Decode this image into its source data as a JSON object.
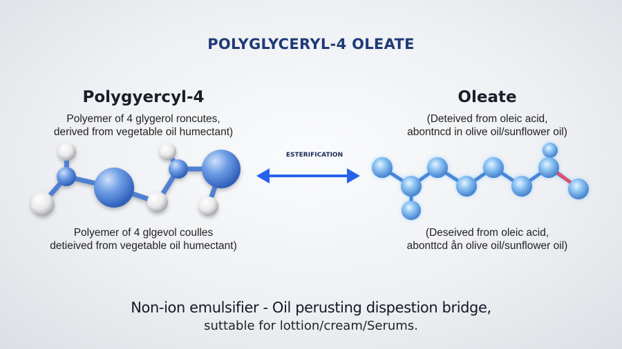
{
  "title": "POLYGLYCERYL-4 OLEATE",
  "left": {
    "heading": "Polygyercyl-4",
    "desc_top": [
      "Polyemer of 4 glygerol roncutes,",
      "derived from vegetable oil humectant)"
    ],
    "desc_bottom": [
      "Polyemer  of 4 glgevol coulles",
      "detieived from vegetable oil humectant)"
    ]
  },
  "right": {
    "heading": "Oleate",
    "desc_top": [
      "(Deteived from oleic acid,",
      "abontncd  in olive oil/sunflower oil)"
    ],
    "desc_bottom": [
      "(Deseived from oleic acid,",
      "abonttcd ån olive oil/sunflower oil)"
    ]
  },
  "reaction": {
    "label": "ESTERIFICATION"
  },
  "footer": {
    "line1": "Non-ion emulsifier - Oil perusting dispestion bridge,",
    "line2": "suttable for lottion/cream/Serums."
  },
  "colors": {
    "title": "#1f3a78",
    "arrow": "#2563eb",
    "atom_blue": "#5b8ee0",
    "atom_white": "#f2f2f2",
    "atom_glass": "#6aa6e8",
    "atom_red": "#e05070"
  }
}
